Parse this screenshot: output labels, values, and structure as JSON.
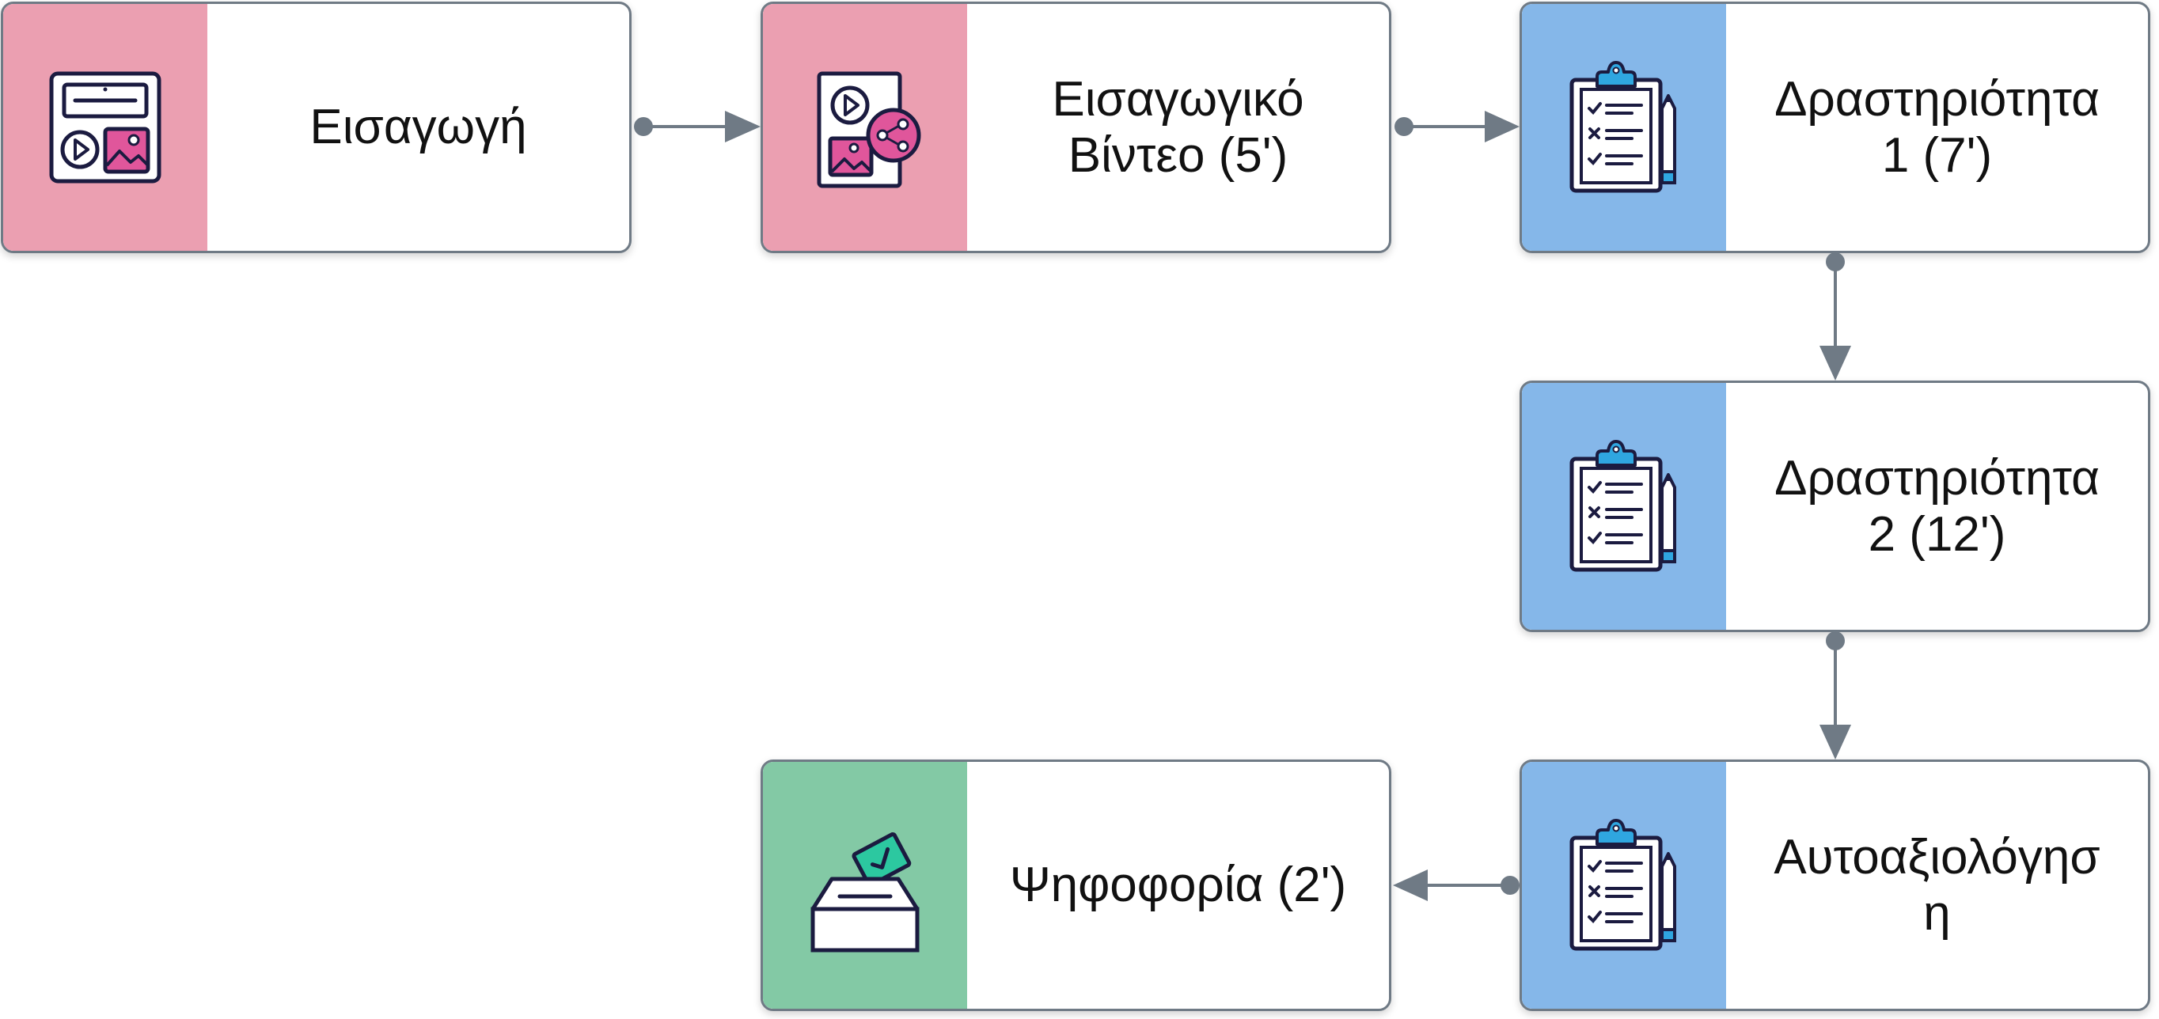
{
  "colors": {
    "pink": "#eb9fb1",
    "blue": "#85b7e9",
    "green": "#83c9a5",
    "border": "#6f7a85",
    "connector": "#6f7a85",
    "icon_stroke": "#1b1b40",
    "icon_accent_pink": "#e0569b",
    "icon_accent_blue": "#2fa6e0",
    "icon_accent_green": "#2cc8a0"
  },
  "nodes": [
    {
      "id": "intro",
      "label": "Εισαγωγή",
      "color": "#eb9fb1",
      "icon": "media-layout-icon"
    },
    {
      "id": "video",
      "label": "Εισαγωγικό\nΒίντεο (5')",
      "color": "#eb9fb1",
      "icon": "video-share-icon"
    },
    {
      "id": "activity1",
      "label": "Δραστηριότητα\n1 (7')",
      "color": "#85b7e9",
      "icon": "clipboard-pencil-icon"
    },
    {
      "id": "activity2",
      "label": "Δραστηριότητα\n2 (12')",
      "color": "#85b7e9",
      "icon": "clipboard-pencil-icon"
    },
    {
      "id": "selfassess",
      "label": "Αυτοαξιολόγησ\nη",
      "color": "#85b7e9",
      "icon": "clipboard-pencil-icon"
    },
    {
      "id": "vote",
      "label": "Ψηφοφορία (2')",
      "color": "#83c9a5",
      "icon": "ballot-box-icon"
    }
  ],
  "edges": [
    {
      "from": "intro",
      "to": "video"
    },
    {
      "from": "video",
      "to": "activity1"
    },
    {
      "from": "activity1",
      "to": "activity2"
    },
    {
      "from": "activity2",
      "to": "selfassess"
    },
    {
      "from": "selfassess",
      "to": "vote"
    }
  ]
}
